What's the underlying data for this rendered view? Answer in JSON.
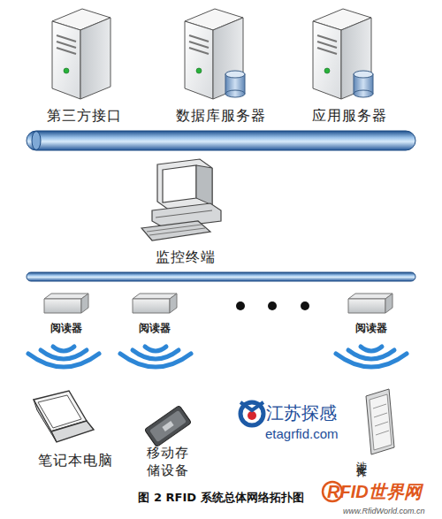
{
  "diagram": {
    "caption": "图 2 RFID 系统总体网络拓扑图",
    "nodes": [
      {
        "text": [
          "第三方接口"
        ]
      },
      {
        "text": [
          "数据库服务器"
        ]
      },
      {
        "text": [
          "应用服务器"
        ]
      },
      {
        "text": [
          "监控终端"
        ]
      },
      {
        "text": [
          "阅读器"
        ]
      },
      {
        "text": [
          "阅读器"
        ]
      },
      {
        "text": [
          "阅读器"
        ]
      },
      {
        "text": [
          "笔记本电脑"
        ]
      },
      {
        "text": [
          "移动存 储设备"
        ]
      },
      {
        "text": [
          "涉密文件"
        ]
      }
    ],
    "labels": [
      "江苏探感",
      "etagrfid.com",
      "RFID世界网",
      "www.RfidWorld.com.cn"
    ]
  }
}
